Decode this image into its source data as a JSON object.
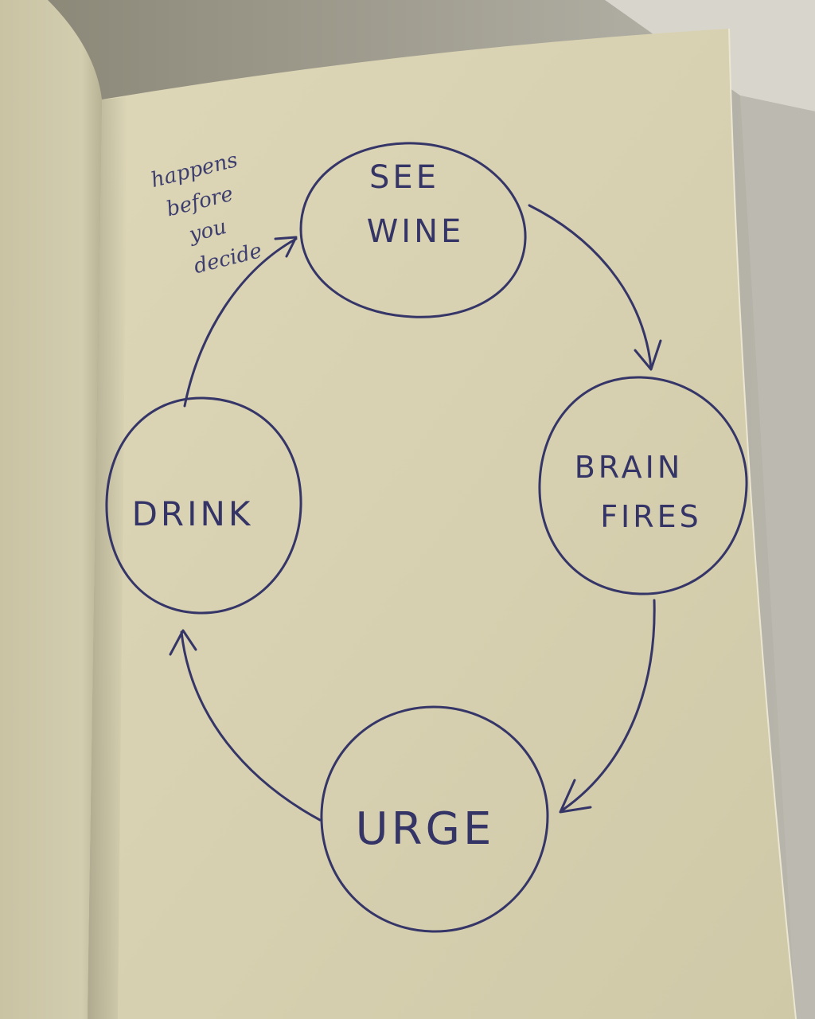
{
  "diagram": {
    "nodes": [
      {
        "id": "see-wine",
        "lines": [
          "SEE",
          "WINE"
        ]
      },
      {
        "id": "brain-fires",
        "lines": [
          "BRAIN",
          "FIRES"
        ]
      },
      {
        "id": "urge",
        "lines": [
          "URGE"
        ]
      },
      {
        "id": "drink",
        "lines": [
          "DRINK"
        ]
      }
    ],
    "edges": [
      {
        "from": "see-wine",
        "to": "brain-fires"
      },
      {
        "from": "brain-fires",
        "to": "urge"
      },
      {
        "from": "urge",
        "to": "drink"
      },
      {
        "from": "drink",
        "to": "see-wine"
      }
    ],
    "annotation": {
      "lines": [
        "happens",
        "before",
        "you",
        "decide"
      ]
    },
    "colors": {
      "ink": "#353568",
      "paper": "#d9d3b4"
    }
  }
}
